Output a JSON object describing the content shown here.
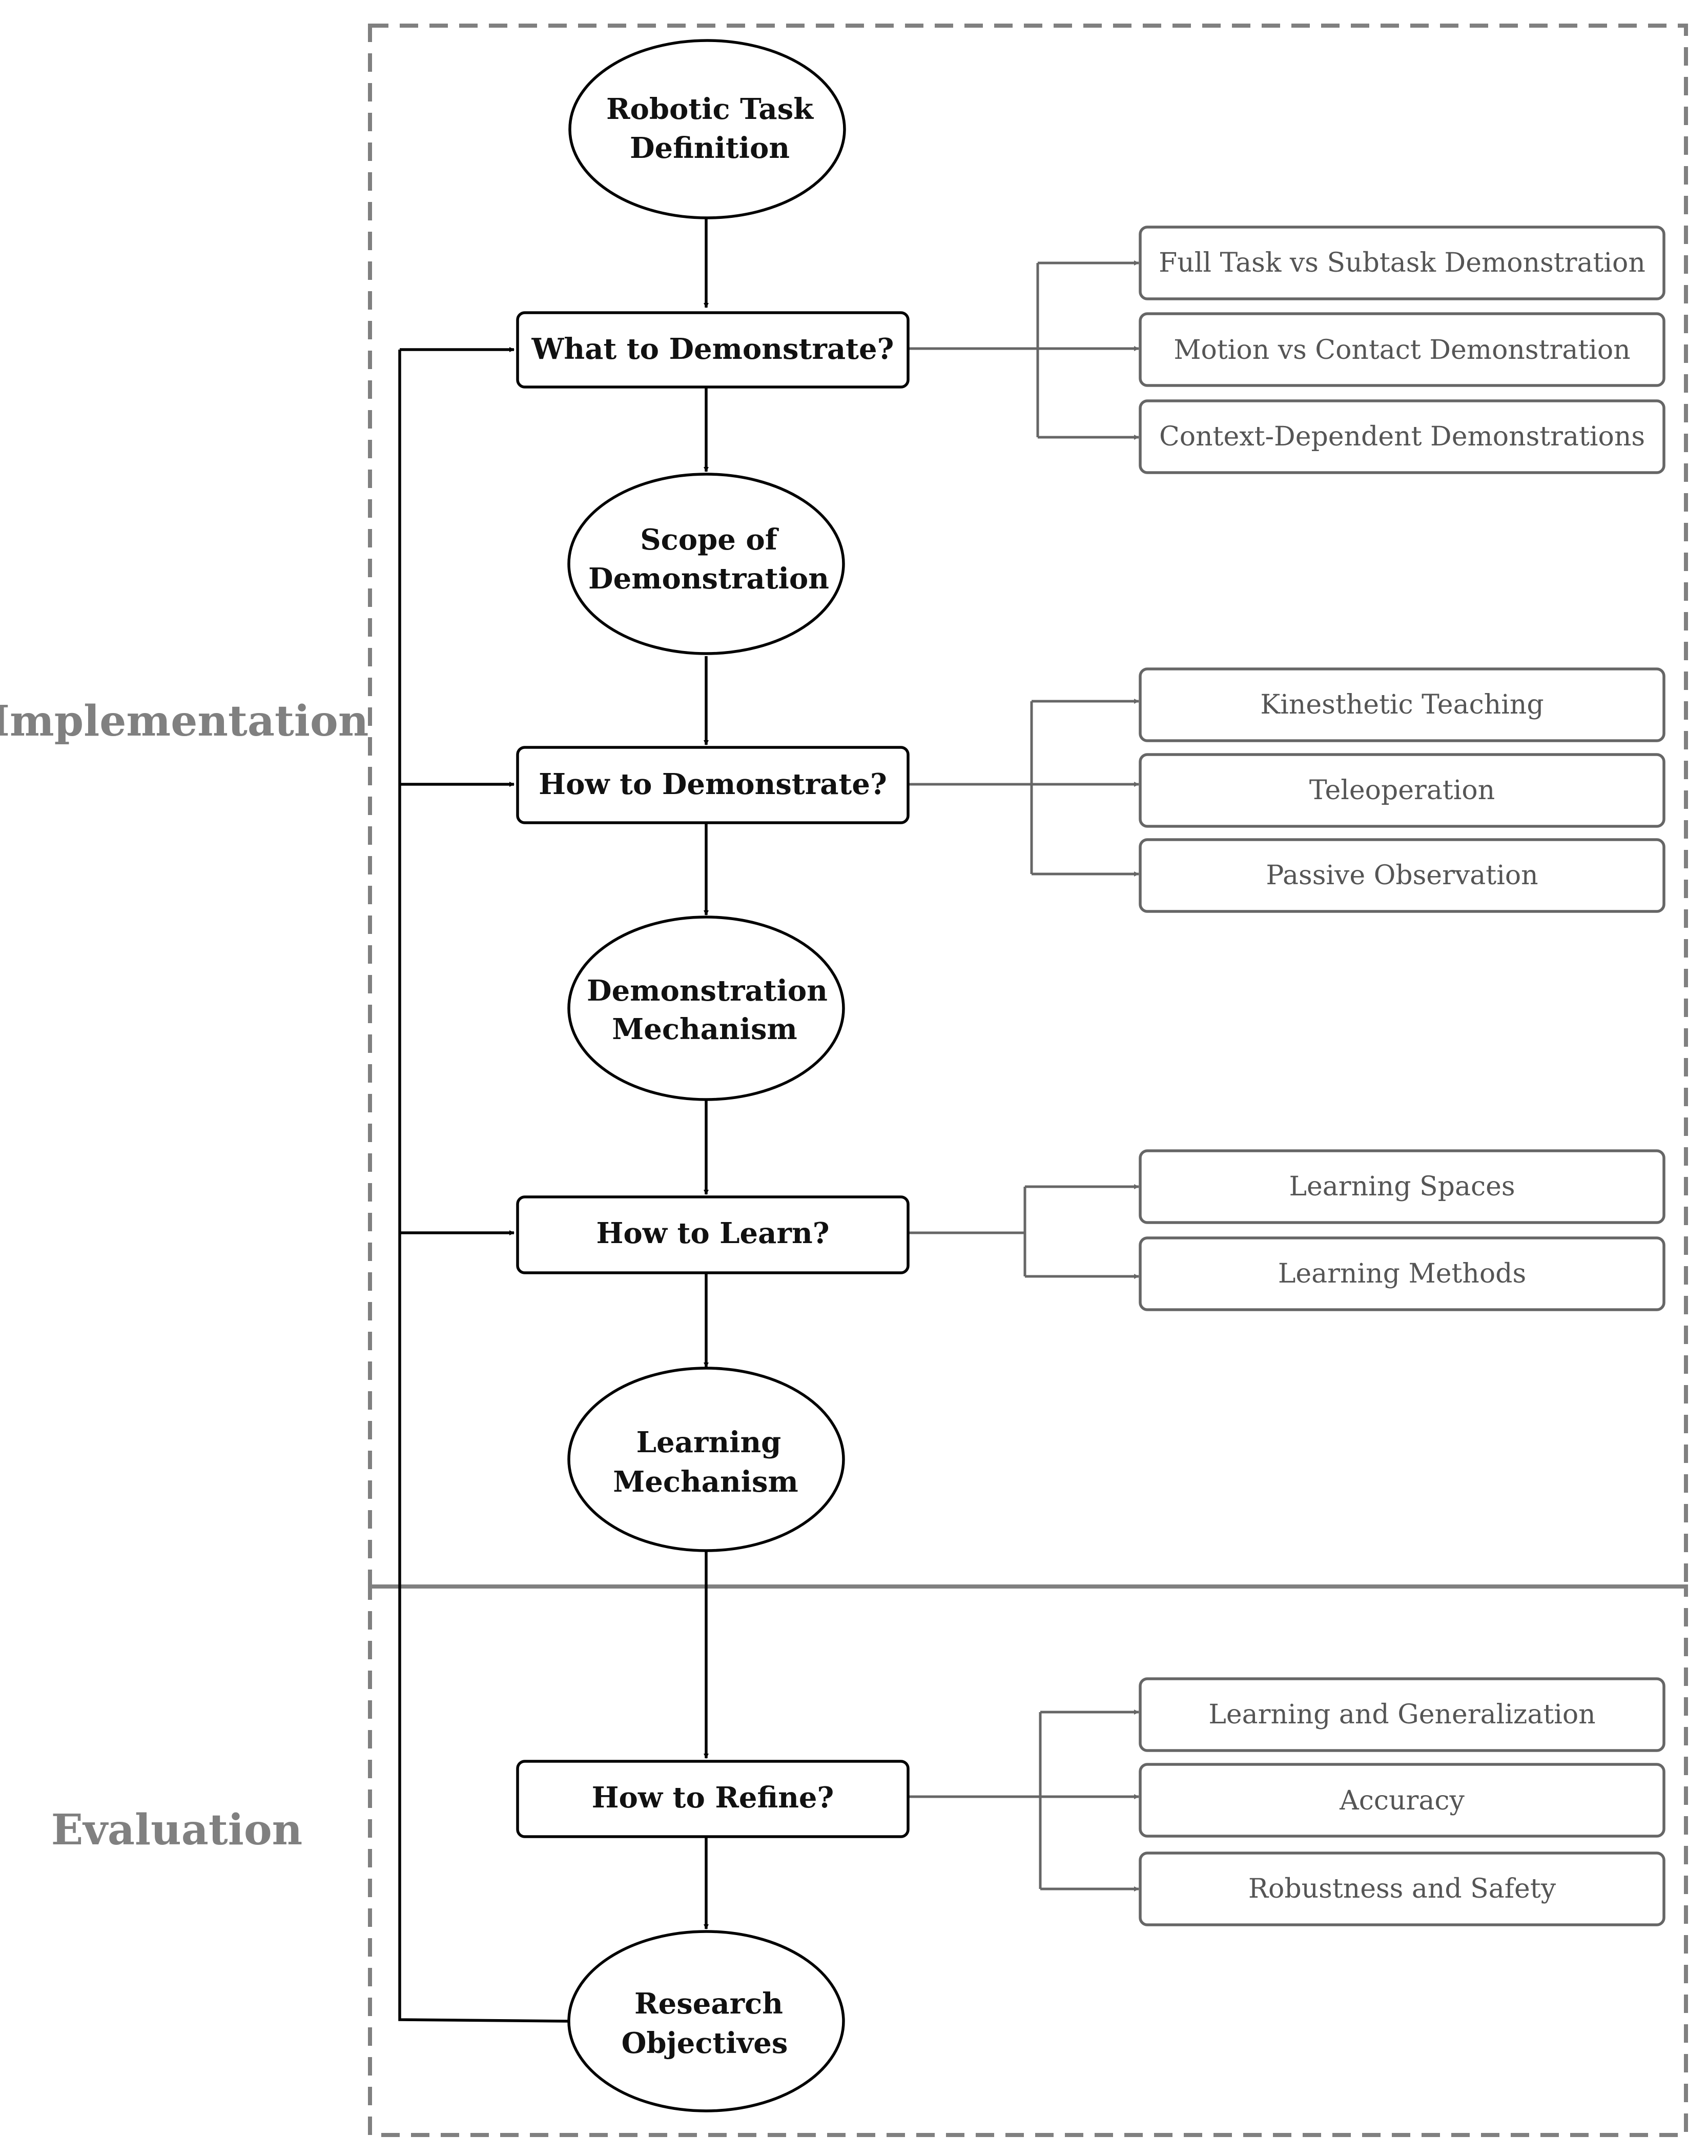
{
  "phases": {
    "implementation": "Implementation",
    "evaluation": "Evaluation"
  },
  "nodes": {
    "task_definition": [
      "Robotic Task",
      "Definition"
    ],
    "what_to_demonstrate": "What to Demonstrate?",
    "scope_of_demonstration": [
      "Scope of",
      "Demonstration"
    ],
    "how_to_demonstrate": "How to Demonstrate?",
    "demonstration_mechanism": [
      "Demonstration",
      "Mechanism"
    ],
    "how_to_learn": "How to Learn?",
    "learning_mechanism": [
      "Learning",
      "Mechanism"
    ],
    "how_to_refine": "How to Refine?",
    "research_objectives": [
      "Research",
      "Objectives"
    ]
  },
  "branches": {
    "what_to_demonstrate": [
      "Full Task vs Subtask Demonstration",
      "Motion vs Contact Demonstration",
      "Context-Dependent Demonstrations"
    ],
    "how_to_demonstrate": [
      "Kinesthetic Teaching",
      "Teleoperation",
      "Passive Observation"
    ],
    "how_to_learn": [
      "Learning Spaces",
      "Learning Methods"
    ],
    "how_to_refine": [
      "Learning and Generalization",
      "Accuracy",
      "Robustness and Safety"
    ]
  },
  "colors": {
    "main_stroke": "#000000",
    "sub_stroke": "#666666",
    "frame": "#808080",
    "phase_label": "#808080"
  }
}
